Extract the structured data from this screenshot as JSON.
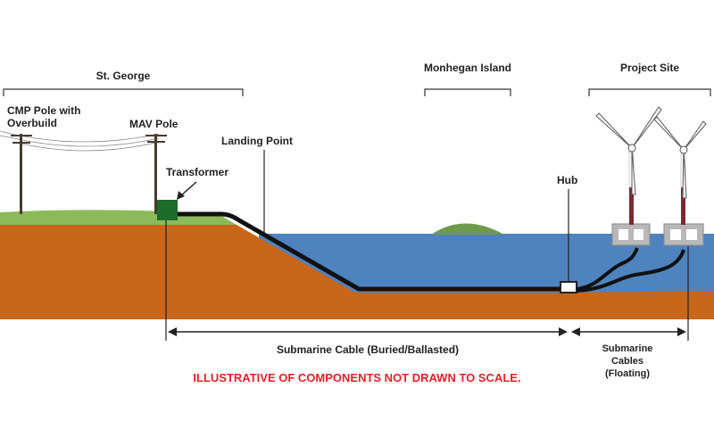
{
  "labels": {
    "st_george": "St. George",
    "monhegan_island": "Monhegan Island",
    "project_site": "Project Site",
    "cmp_pole_line1": "CMP Pole with",
    "cmp_pole_line2": "Overbuild",
    "mav_pole": "MAV Pole",
    "landing_point": "Landing Point",
    "transformer": "Transformer",
    "hub": "Hub",
    "submarine_cable_buried": "Submarine Cable (Buried/Ballasted)",
    "submarine_cables_line1": "Submarine",
    "submarine_cables_line2": "Cables",
    "submarine_cables_line3": "(Floating)",
    "disclaimer": "ILLUSTRATIVE OF COMPONENTS NOT DRAWN TO SCALE."
  },
  "colors": {
    "ground": "#c8661a",
    "grass": "#8cba5a",
    "water": "#4f83bf",
    "island": "#6e9a4e",
    "transformer": "#1f6b2a",
    "cable": "#111111",
    "disclaimer": "#e8202a",
    "turbine_tower": "#7a2a32",
    "platform": "#b8b8b8"
  }
}
